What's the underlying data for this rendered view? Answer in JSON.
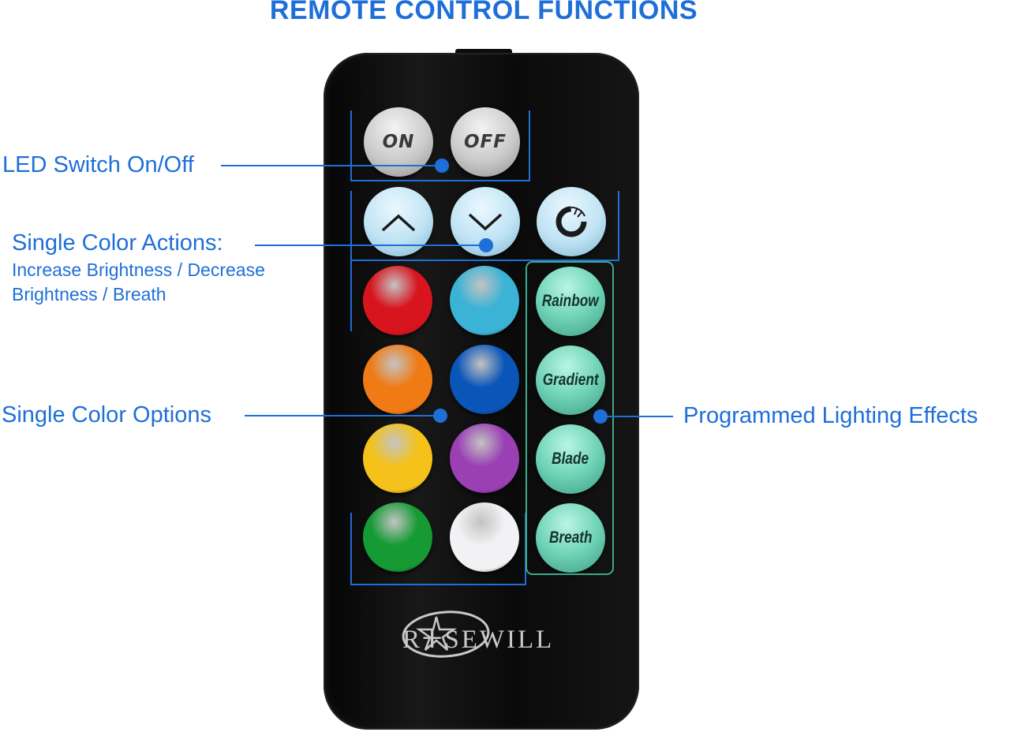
{
  "title": "REMOTE CONTROL FUNCTIONS",
  "labels": {
    "led_switch": "LED Switch On/Off",
    "single_color_actions": "Single Color Actions:",
    "single_color_actions_desc_line1": "Increase Brightness / Decrease",
    "single_color_actions_desc_line2": "Brightness / Breath",
    "single_color_options": "Single Color Options",
    "programmed_effects": "Programmed Lighting Effects"
  },
  "buttons": {
    "on": "ON",
    "off": "OFF",
    "effects": [
      "Rainbow",
      "Gradient",
      "Blade",
      "Breath"
    ]
  },
  "color_buttons": [
    {
      "name": "red",
      "color": "#d8141e"
    },
    {
      "name": "light-blue",
      "color": "#3bb3d6"
    },
    {
      "name": "orange",
      "color": "#f07a14"
    },
    {
      "name": "blue",
      "color": "#0a55b8"
    },
    {
      "name": "yellow",
      "color": "#f4c21a"
    },
    {
      "name": "purple",
      "color": "#9a3fb4"
    },
    {
      "name": "green",
      "color": "#159a34"
    },
    {
      "name": "white",
      "color": "#f2f2f4"
    }
  ],
  "brand": "RⵜSEWILL",
  "colors": {
    "accent": "#1f6fd8",
    "bracket_blue": "#1f6fd8",
    "bracket_green": "#3ea98a"
  }
}
